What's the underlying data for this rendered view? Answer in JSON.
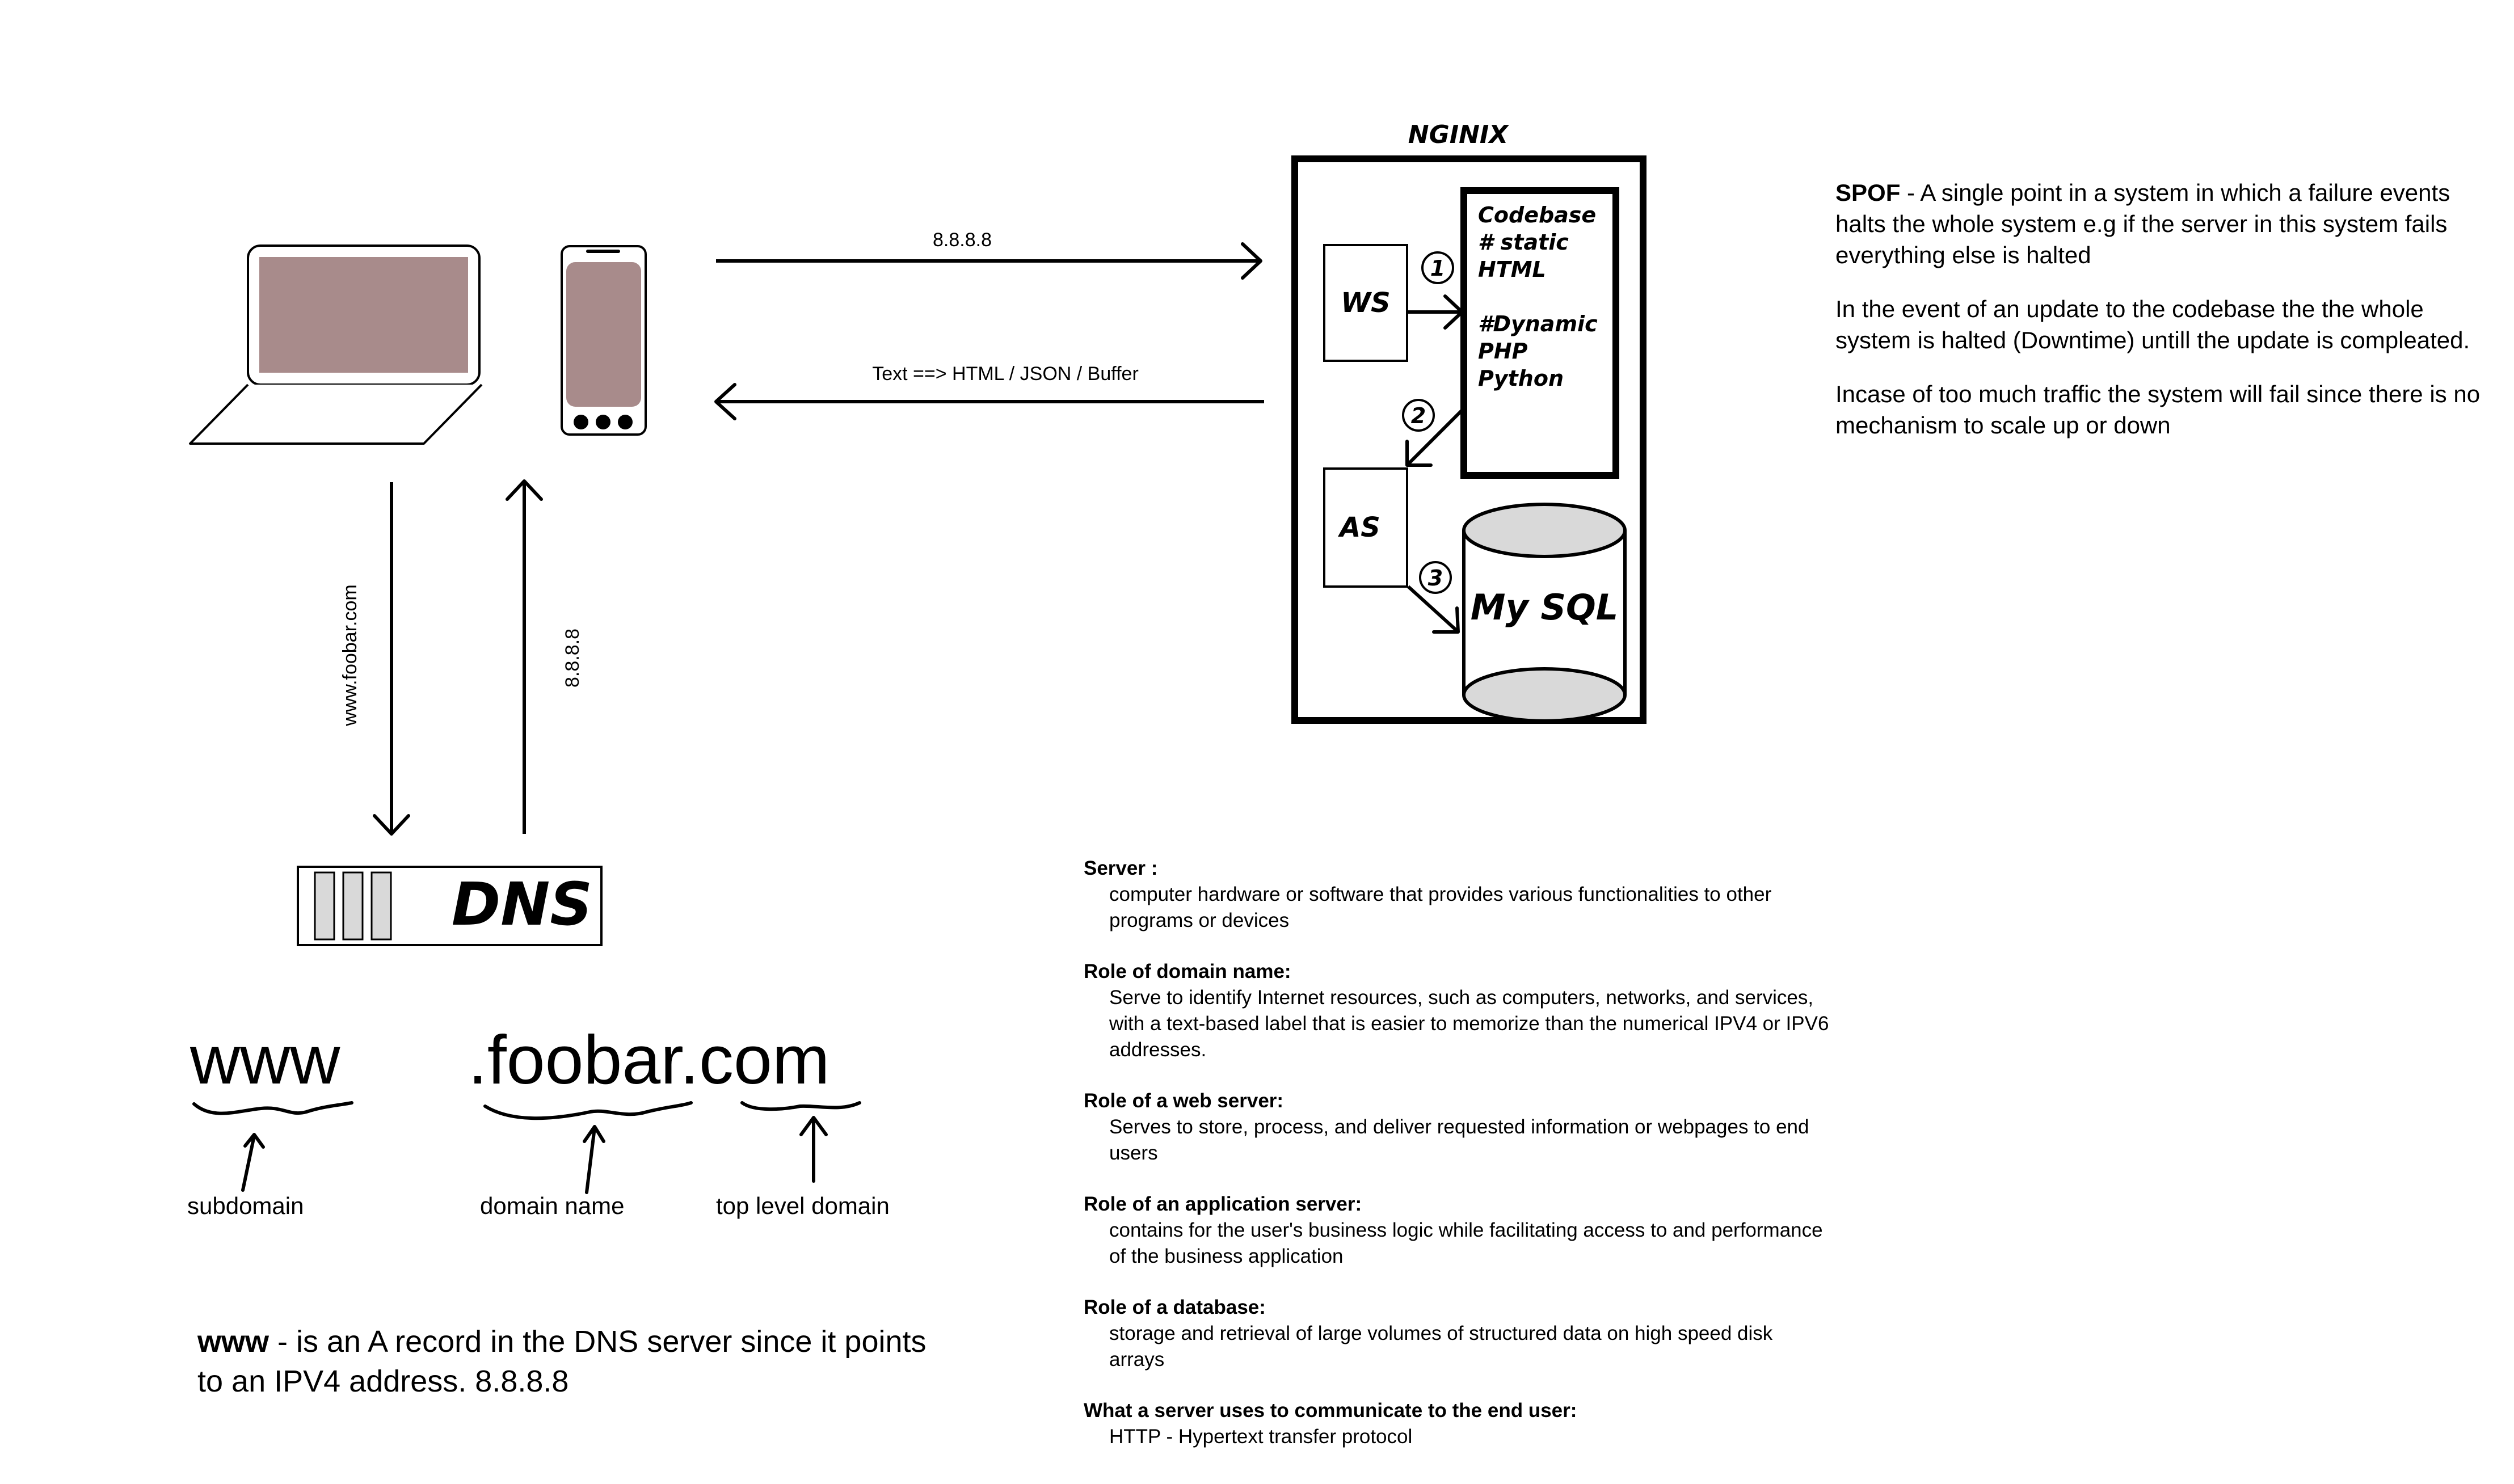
{
  "diagram": {
    "nginix_title": "NGINIX",
    "ws_label": "WS",
    "as_label": "AS",
    "codebase_lines": [
      "Codebase",
      "# static",
      "HTML",
      "",
      "#Dynamic",
      "PHP",
      "Python"
    ],
    "database_label": "My SQL",
    "steps": [
      "1",
      "2",
      "3"
    ],
    "dns_label": "DNS",
    "request_ip": "8.8.8.8",
    "response_label": "Text ==> HTML / JSON / Buffer",
    "dns_query": "www.foobar.com",
    "dns_reply": "8.8.8.8"
  },
  "url_breakdown": {
    "subdomain_text": "www",
    "domain_text": ".foobar.com",
    "subdomain_label": "subdomain",
    "domain_label": "domain name",
    "tld_label": "top level domain"
  },
  "notes": {
    "spof_term": "SPOF",
    "spof_text": " - A single point in a system in which a failure events halts the whole system e.g if the server in this system fails everything else is halted",
    "update_text": "In the event of an update to the codebase the the whole system is halted (Downtime) untill the update is compleated.",
    "traffic_text": "Incase of too much traffic the system will fail since there is no mechanism to scale up or down",
    "www_term": "www",
    "www_text": " - is an A record in the DNS server since it points to an IPV4 address. 8.8.8.8"
  },
  "definitions": [
    {
      "title": "Server :",
      "text": "computer hardware or software that provides various functionalities to other programs or devices"
    },
    {
      "title": "Role of domain name:",
      "text": "Serve to identify Internet resources, such as computers, networks, and services, with a text-based label that is easier to memorize than the numerical IPV4 or IPV6 addresses."
    },
    {
      "title": "Role of a web server:",
      "text": "Serves to store, process, and deliver requested information or webpages to end users"
    },
    {
      "title": "Role of an application server:",
      "text": "contains for the user's business logic while facilitating access to and performance of the business application"
    },
    {
      "title": "Role of a database:",
      "text": "storage and retrieval of large volumes of structured data on high speed disk arrays"
    },
    {
      "title": "What a server uses to communicate to the end user:",
      "text": "HTTP - Hypertext transfer protocol"
    }
  ],
  "colors": {
    "screen": "#a88b8b",
    "disk": "#d9d9d9",
    "stroke": "#000000"
  }
}
